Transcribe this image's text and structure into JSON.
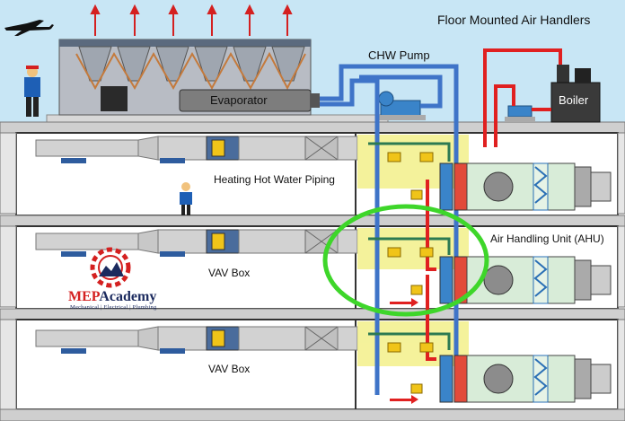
{
  "title": "Floor Mounted Air Handlers",
  "labels": {
    "chw_pump": "CHW Pump",
    "evaporator": "Evaporator",
    "boiler": "Boiler",
    "heating_hot_water_piping": "Heating Hot Water Piping",
    "ahu": "Air Handling Unit (AHU)",
    "vav_box_2": "VAV Box",
    "vav_box_3": "VAV Box"
  },
  "brand": {
    "name_prefix": "MEP",
    "name_suffix": "Academy",
    "tagline": "Mechanical | Electrical | Plumbing"
  },
  "colors": {
    "sky": "#c8e6f5",
    "chilled_water": "#3f74c8",
    "hot_water": "#e02020",
    "highlight_yellow": "#f3f08a",
    "circle_green": "#3ed62a",
    "slab": "#cfcfcf",
    "duct": "#d2d2d2",
    "brand_red": "#d42020",
    "brand_navy": "#1b2a5e"
  },
  "icons": [
    "airplane-icon",
    "worker-icon",
    "fan-icon",
    "gear-logo-icon"
  ]
}
